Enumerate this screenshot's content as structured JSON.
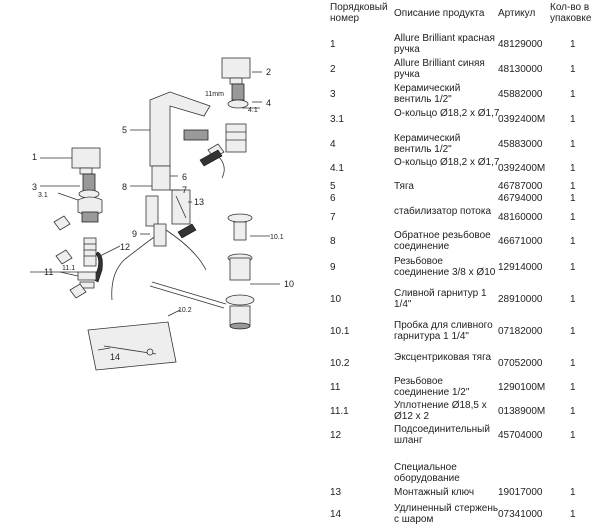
{
  "diagram": {
    "callouts": [
      "1",
      "2",
      "3",
      "3.1",
      "4",
      "4.1",
      "5",
      "6",
      "7",
      "8",
      "9",
      "10",
      "10.1",
      "10.2",
      "11",
      "11.1",
      "12",
      "13",
      "14"
    ],
    "small_note": "11mm"
  },
  "table": {
    "headers": {
      "num": "Порядковый номер",
      "desc": "Описание продукта",
      "article": "Артикул",
      "qty": "Кол-во в упаковке"
    },
    "rows": [
      {
        "num": "1",
        "desc": "Allure Brilliant красная ручка",
        "article": "48129000",
        "qty": "1"
      },
      {
        "num": "2",
        "desc": "Allure Brilliant синяя ручка",
        "article": "48130000",
        "qty": "1"
      },
      {
        "num": "3",
        "desc": "Керамический вентиль 1/2\"",
        "article": "45882000",
        "qty": "1"
      },
      {
        "num": "3.1",
        "desc": "O-кольцо Ø18,2 x Ø1,7",
        "article": "0392400M",
        "qty": "1"
      },
      {
        "num": "4",
        "desc": "Керамический вентиль 1/2\"",
        "article": "45883000",
        "qty": "1"
      },
      {
        "num": "4.1",
        "desc": "O-кольцо Ø18,2 x Ø1,7",
        "article": "0392400M",
        "qty": "1"
      },
      {
        "num": "5",
        "desc": "Тяга",
        "article": "46787000",
        "qty": "1"
      },
      {
        "num": "6",
        "desc": "",
        "article": "46794000",
        "qty": "1"
      },
      {
        "num": "7",
        "desc": "стабилизатор потока",
        "article": "48160000",
        "qty": "1"
      },
      {
        "num": "8",
        "desc": "Обратное резьбовое соединение",
        "article": "46671000",
        "qty": "1"
      },
      {
        "num": "9",
        "desc": "Резьбовое соединение 3/8 x Ø10",
        "article": "12914000",
        "qty": "1"
      },
      {
        "num": "10",
        "desc": "Сливной гарнитур 1 1/4\"",
        "article": "28910000",
        "qty": "1"
      },
      {
        "num": "10.1",
        "desc": "Пробка для сливного гарнитура 1 1/4\"",
        "article": "07182000",
        "qty": "1"
      },
      {
        "num": "10.2",
        "desc": "Эксцентриковая тяга",
        "article": "07052000",
        "qty": "1"
      },
      {
        "num": "11",
        "desc": "Резьбовое соединение 1/2\"",
        "article": "1290100M",
        "qty": "1"
      },
      {
        "num": "11.1",
        "desc": "Уплотнение Ø18,5 x Ø12 x 2",
        "article": "0138900M",
        "qty": "1"
      },
      {
        "num": "12",
        "desc": "Подсоединительный шланг",
        "article": "45704000",
        "qty": "1"
      },
      {
        "num": "",
        "desc": "Специальное оборудование",
        "article": "",
        "qty": ""
      },
      {
        "num": "13",
        "desc": "Монтажный ключ",
        "article": "19017000",
        "qty": "1"
      },
      {
        "num": "14",
        "desc": "Удлиненный стержень с шаром",
        "article": "07341000",
        "qty": "1"
      }
    ]
  }
}
